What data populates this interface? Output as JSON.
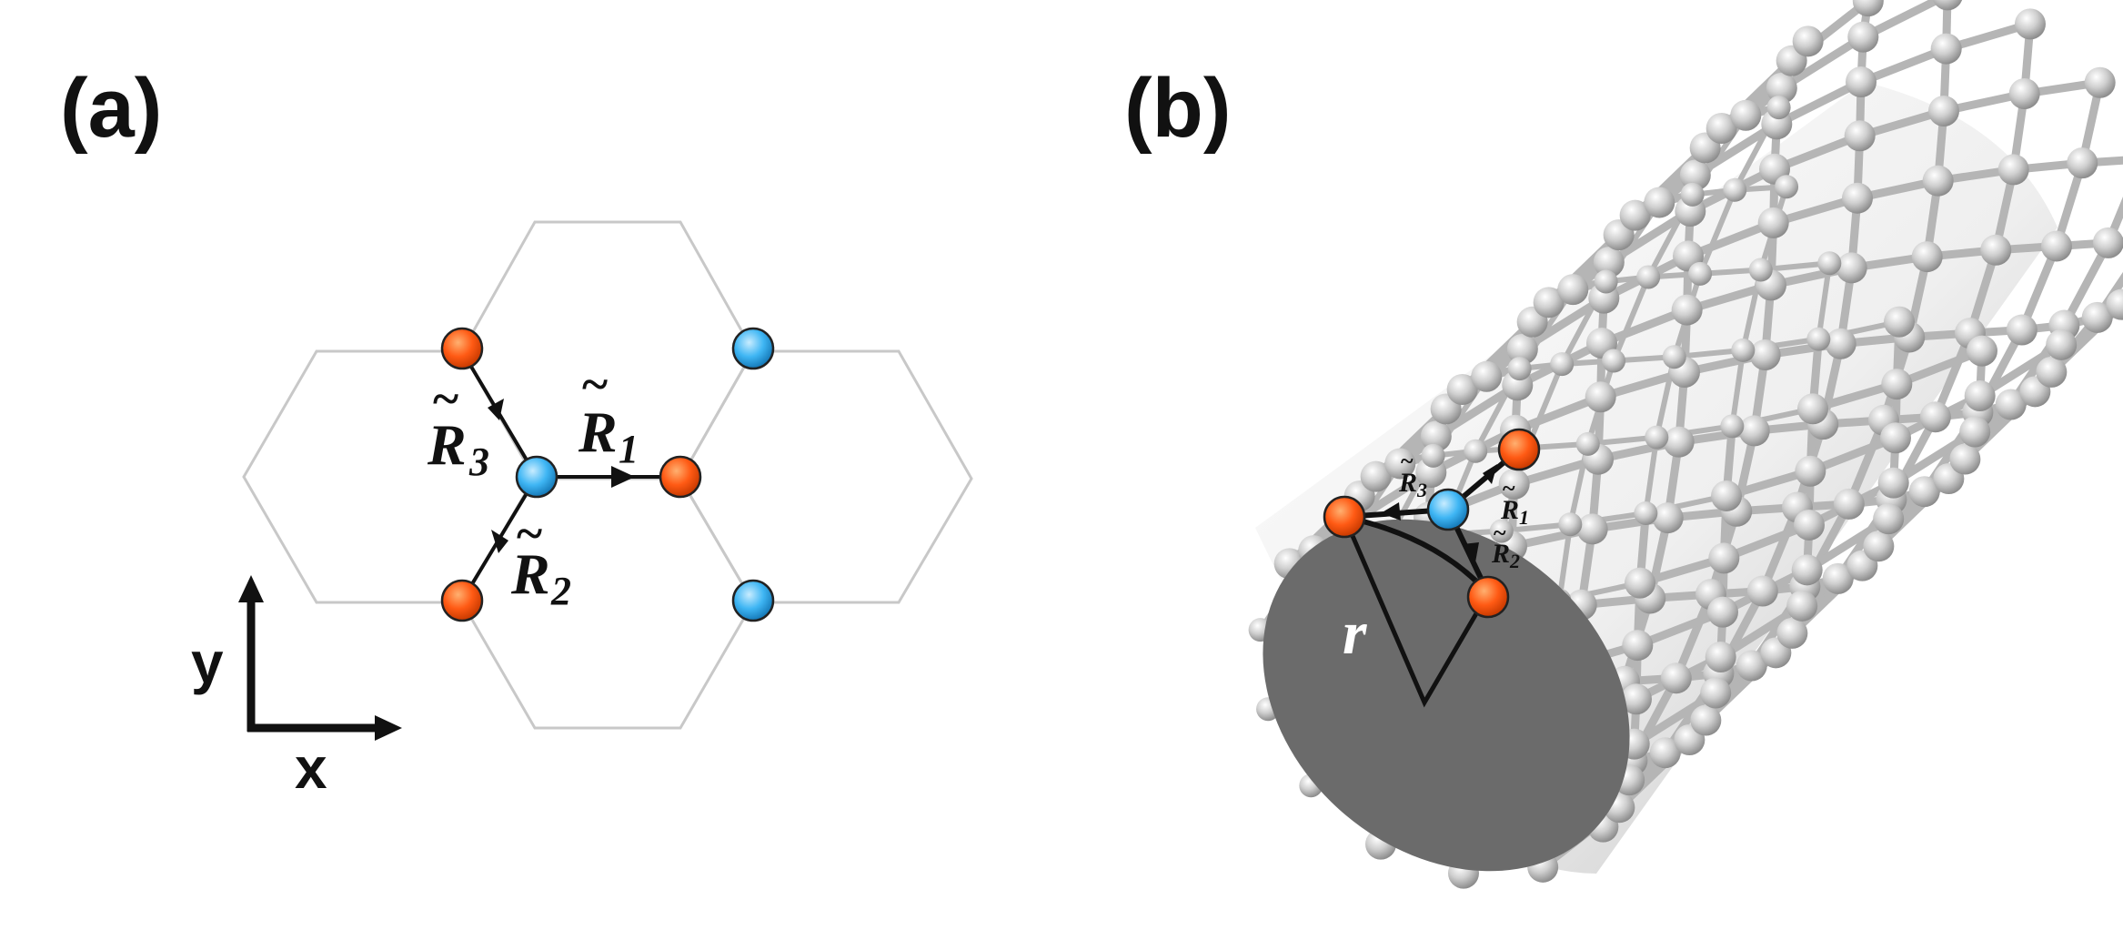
{
  "panel_a": {
    "label": "(a)",
    "vector_labels": {
      "r1": "R",
      "r1_sub": "1",
      "r2": "R",
      "r2_sub": "2",
      "r3": "R",
      "r3_sub": "3",
      "tilde": "~"
    },
    "axes": {
      "x_label": "x",
      "y_label": "y"
    },
    "colors": {
      "atom_a": "#ff5a14",
      "atom_b": "#3fb6f4",
      "hex_line": "#c8c8c8"
    }
  },
  "panel_b": {
    "label": "(b)",
    "vector_labels": {
      "r1": "R",
      "r1_sub": "1",
      "r2": "R",
      "r2_sub": "2",
      "r3": "R",
      "r3_sub": "3",
      "tilde": "~"
    },
    "radius_label": "r",
    "colors": {
      "cross_section": "#6b6b6b",
      "tube_atom": "#c9c9c9"
    }
  }
}
